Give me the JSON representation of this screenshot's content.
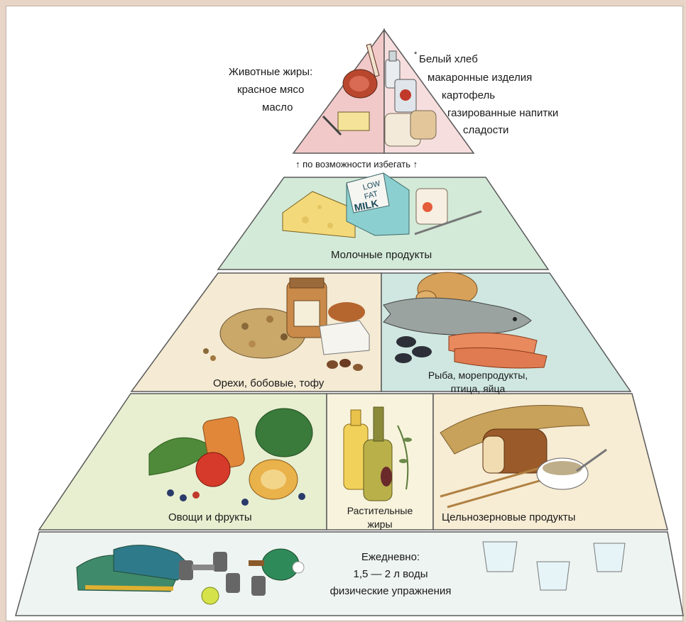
{
  "pyramid": {
    "top": {
      "left_title": "Животные жиры:",
      "left_items": [
        "красное мясо",
        "масло"
      ],
      "right_marker": "*",
      "right_items": [
        "Белый хлеб",
        "макаронные изделия",
        "картофель",
        "газированные напитки",
        "сладости"
      ],
      "avoid_note": "↑ по возможности избегать ↑"
    },
    "dairy": {
      "label": "Молочные продукты",
      "carton_text": [
        "LOW",
        "FAT",
        "MILK"
      ]
    },
    "protein": {
      "left_label": "Орехи, бобовые, тофу",
      "right_label_line1": "Рыба, морепродукты,",
      "right_label_line2": "птица, яйца"
    },
    "base": {
      "left_label": "Овощи и фрукты",
      "middle_label_line1": "Растительные",
      "middle_label_line2": "жиры",
      "right_label": "Цельнозерновые продукты"
    },
    "daily": {
      "line1": "Ежедневно:",
      "line2": "1,5 — 2 л воды",
      "line3": "физические упражнения"
    }
  },
  "colors": {
    "top_left": "#f2c9c9",
    "top_right": "#f7dede",
    "dairy": "#d3ead8",
    "nuts": "#f5ead3",
    "fish": "#cfe7e0",
    "veg": "#e7efd0",
    "oils": "#f8f3dc",
    "grains": "#f7ecd4",
    "daily": "#eef4f1",
    "outline": "#5a5a5a"
  }
}
